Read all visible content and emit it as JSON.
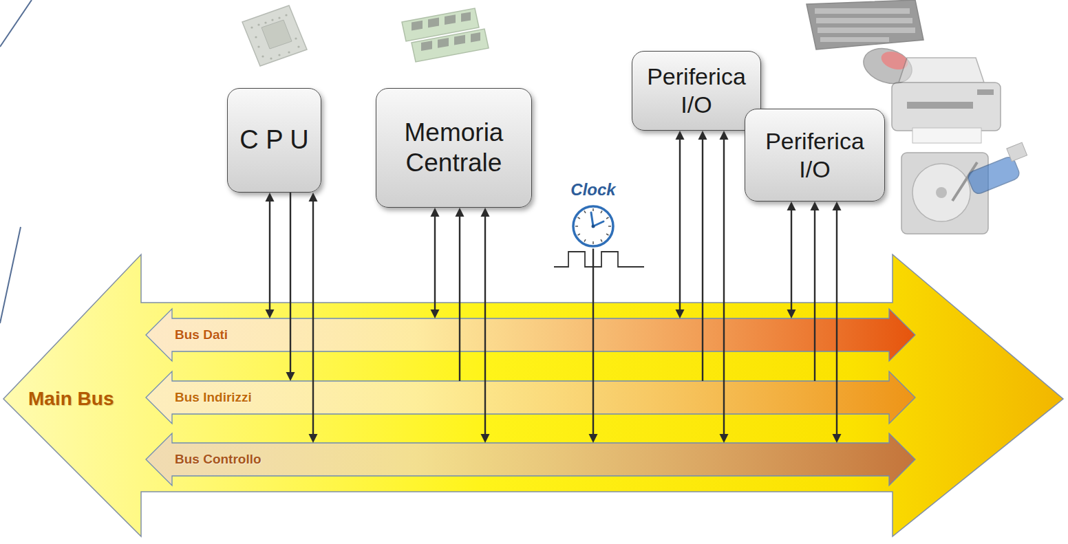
{
  "diagram": {
    "nodes": [
      {
        "text": [
          "C P U"
        ]
      },
      {
        "text": [
          "Memoria Centrale"
        ]
      },
      {
        "text": [
          "Periferica I/O"
        ]
      },
      {
        "text": [
          "Periferica I/O"
        ]
      },
      {
        "text": [
          "Clock"
        ]
      },
      {
        "text": [
          "Main Bus"
        ]
      },
      {
        "text": [
          "Bus Dati"
        ],
        "in": 5
      },
      {
        "text": [
          "Bus Indirizzi"
        ],
        "in": 5
      },
      {
        "text": [
          "Bus Controllo"
        ],
        "in": 5
      }
    ],
    "edges": [
      {
        "from": 0,
        "to": 6,
        "arrow": "both"
      },
      {
        "from": 0,
        "to": 7,
        "arrow": "to"
      },
      {
        "from": 0,
        "to": 8,
        "arrow": "both"
      },
      {
        "from": 1,
        "to": 6,
        "arrow": "both"
      },
      {
        "from": 7,
        "to": 1,
        "arrow": "to"
      },
      {
        "from": 1,
        "to": 8,
        "arrow": "both"
      },
      {
        "from": 2,
        "to": 6,
        "arrow": "both"
      },
      {
        "from": 7,
        "to": 2,
        "arrow": "to"
      },
      {
        "from": 2,
        "to": 8,
        "arrow": "both"
      },
      {
        "from": 3,
        "to": 6,
        "arrow": "both"
      },
      {
        "from": 7,
        "to": 3,
        "arrow": "to"
      },
      {
        "from": 3,
        "to": 8,
        "arrow": "both"
      },
      {
        "from": 4,
        "to": 8,
        "arrow": "to"
      }
    ]
  }
}
